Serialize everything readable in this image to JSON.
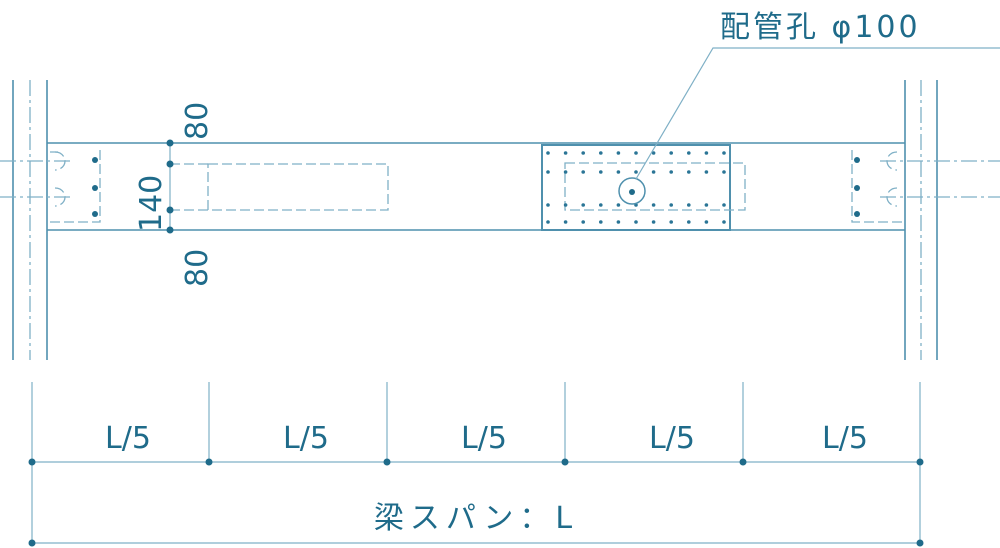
{
  "pipe_hole_label": "配管孔 φ100",
  "dims": {
    "top": "80",
    "middle": "140",
    "bottom": "80"
  },
  "segments": [
    "L/5",
    "L/5",
    "L/5",
    "L/5",
    "L/5"
  ],
  "span_label": "梁スパン：L",
  "colors": {
    "text": "#1f6b8a",
    "line": "#4f90ad",
    "light": "#7fb0c6"
  }
}
